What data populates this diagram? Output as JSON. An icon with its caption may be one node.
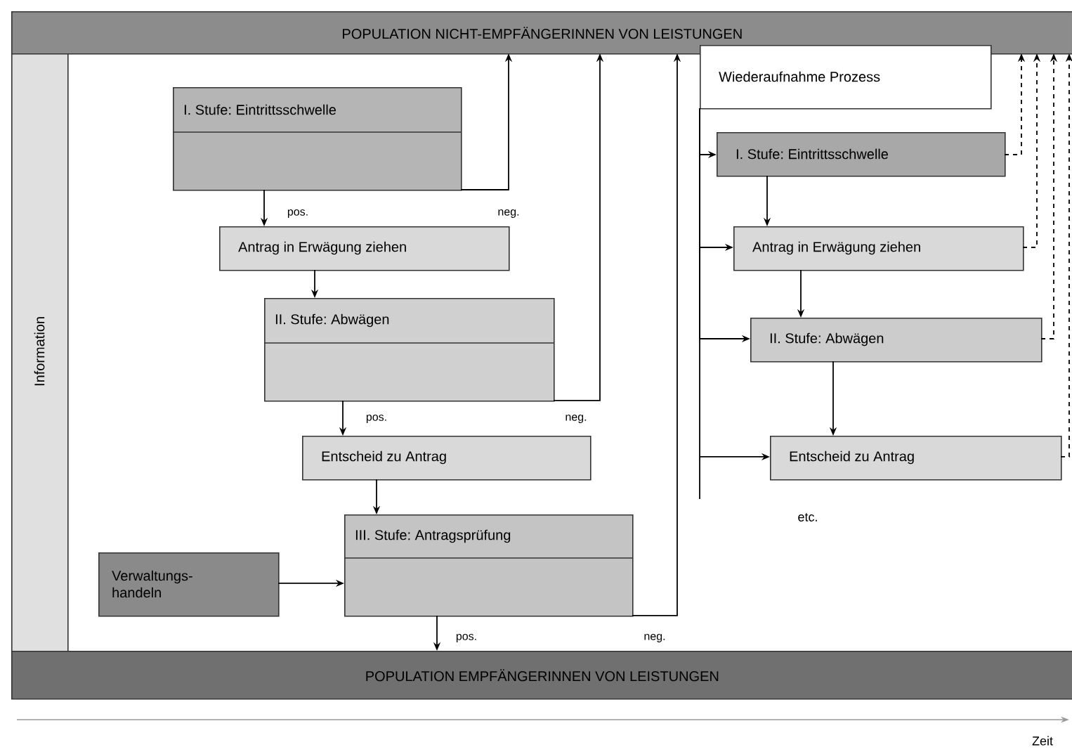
{
  "diagram": {
    "nodes": [
      {
        "text": [
          "POPULATION NICHT-EMPFÄNGERINNEN VON LEISTUNGEN"
        ]
      },
      {
        "text": [
          "Information"
        ]
      },
      {
        "text": [
          "I. Stufe: Eintrittsschwelle"
        ]
      },
      {
        "text": [
          "Antrag in Erwägung ziehen"
        ]
      },
      {
        "text": [
          "II. Stufe: Abwägen"
        ]
      },
      {
        "text": [
          "Entscheid zu Antrag"
        ]
      },
      {
        "text": [
          "III. Stufe: Antragsprüfung"
        ]
      },
      {
        "text": [
          "Verwaltungs- handeln"
        ]
      },
      {
        "text": [
          "POPULATION EMPFÄNGERINNEN VON LEISTUNGEN"
        ]
      },
      {
        "text": [
          "Wiederaufnahme Prozess"
        ]
      },
      {
        "text": [
          "I. Stufe: Eintrittsschwelle"
        ]
      },
      {
        "text": [
          "Antrag in Erwägung ziehen"
        ]
      },
      {
        "text": [
          "II. Stufe: Abwägen"
        ]
      },
      {
        "text": [
          "Entscheid zu Antrag"
        ]
      }
    ],
    "edges": [
      {
        "from": 2,
        "to": 3,
        "arrow": "to",
        "label": "pos."
      },
      {
        "from": 2,
        "to": 0,
        "arrow": "to",
        "label": "neg."
      },
      {
        "from": 3,
        "to": 4,
        "arrow": "to"
      },
      {
        "from": 4,
        "to": 5,
        "arrow": "to",
        "label": "pos."
      },
      {
        "from": 4,
        "to": 0,
        "arrow": "to",
        "label": "neg."
      },
      {
        "from": 5,
        "to": 6,
        "arrow": "to"
      },
      {
        "from": 7,
        "to": 6,
        "arrow": "to"
      },
      {
        "from": 6,
        "to": 8,
        "arrow": "to",
        "label": "pos."
      },
      {
        "from": 6,
        "to": 0,
        "arrow": "to",
        "label": "neg."
      },
      {
        "from": 9,
        "to": 10,
        "arrow": "to"
      },
      {
        "from": 9,
        "to": 11,
        "arrow": "to"
      },
      {
        "from": 9,
        "to": 12,
        "arrow": "to"
      },
      {
        "from": 9,
        "to": 13,
        "arrow": "to"
      },
      {
        "from": 10,
        "to": 11,
        "arrow": "to"
      },
      {
        "from": 11,
        "to": 12,
        "arrow": "to"
      },
      {
        "from": 12,
        "to": 13,
        "arrow": "to"
      },
      {
        "from": 10,
        "to": 0,
        "arrow": "to",
        "style": "dashed"
      },
      {
        "from": 11,
        "to": 0,
        "arrow": "to",
        "style": "dashed"
      },
      {
        "from": 12,
        "to": 0,
        "arrow": "to",
        "style": "dashed"
      },
      {
        "from": 13,
        "to": 0,
        "arrow": "to",
        "style": "dashed"
      }
    ],
    "labels": [
      "etc.",
      "Zeit"
    ]
  }
}
